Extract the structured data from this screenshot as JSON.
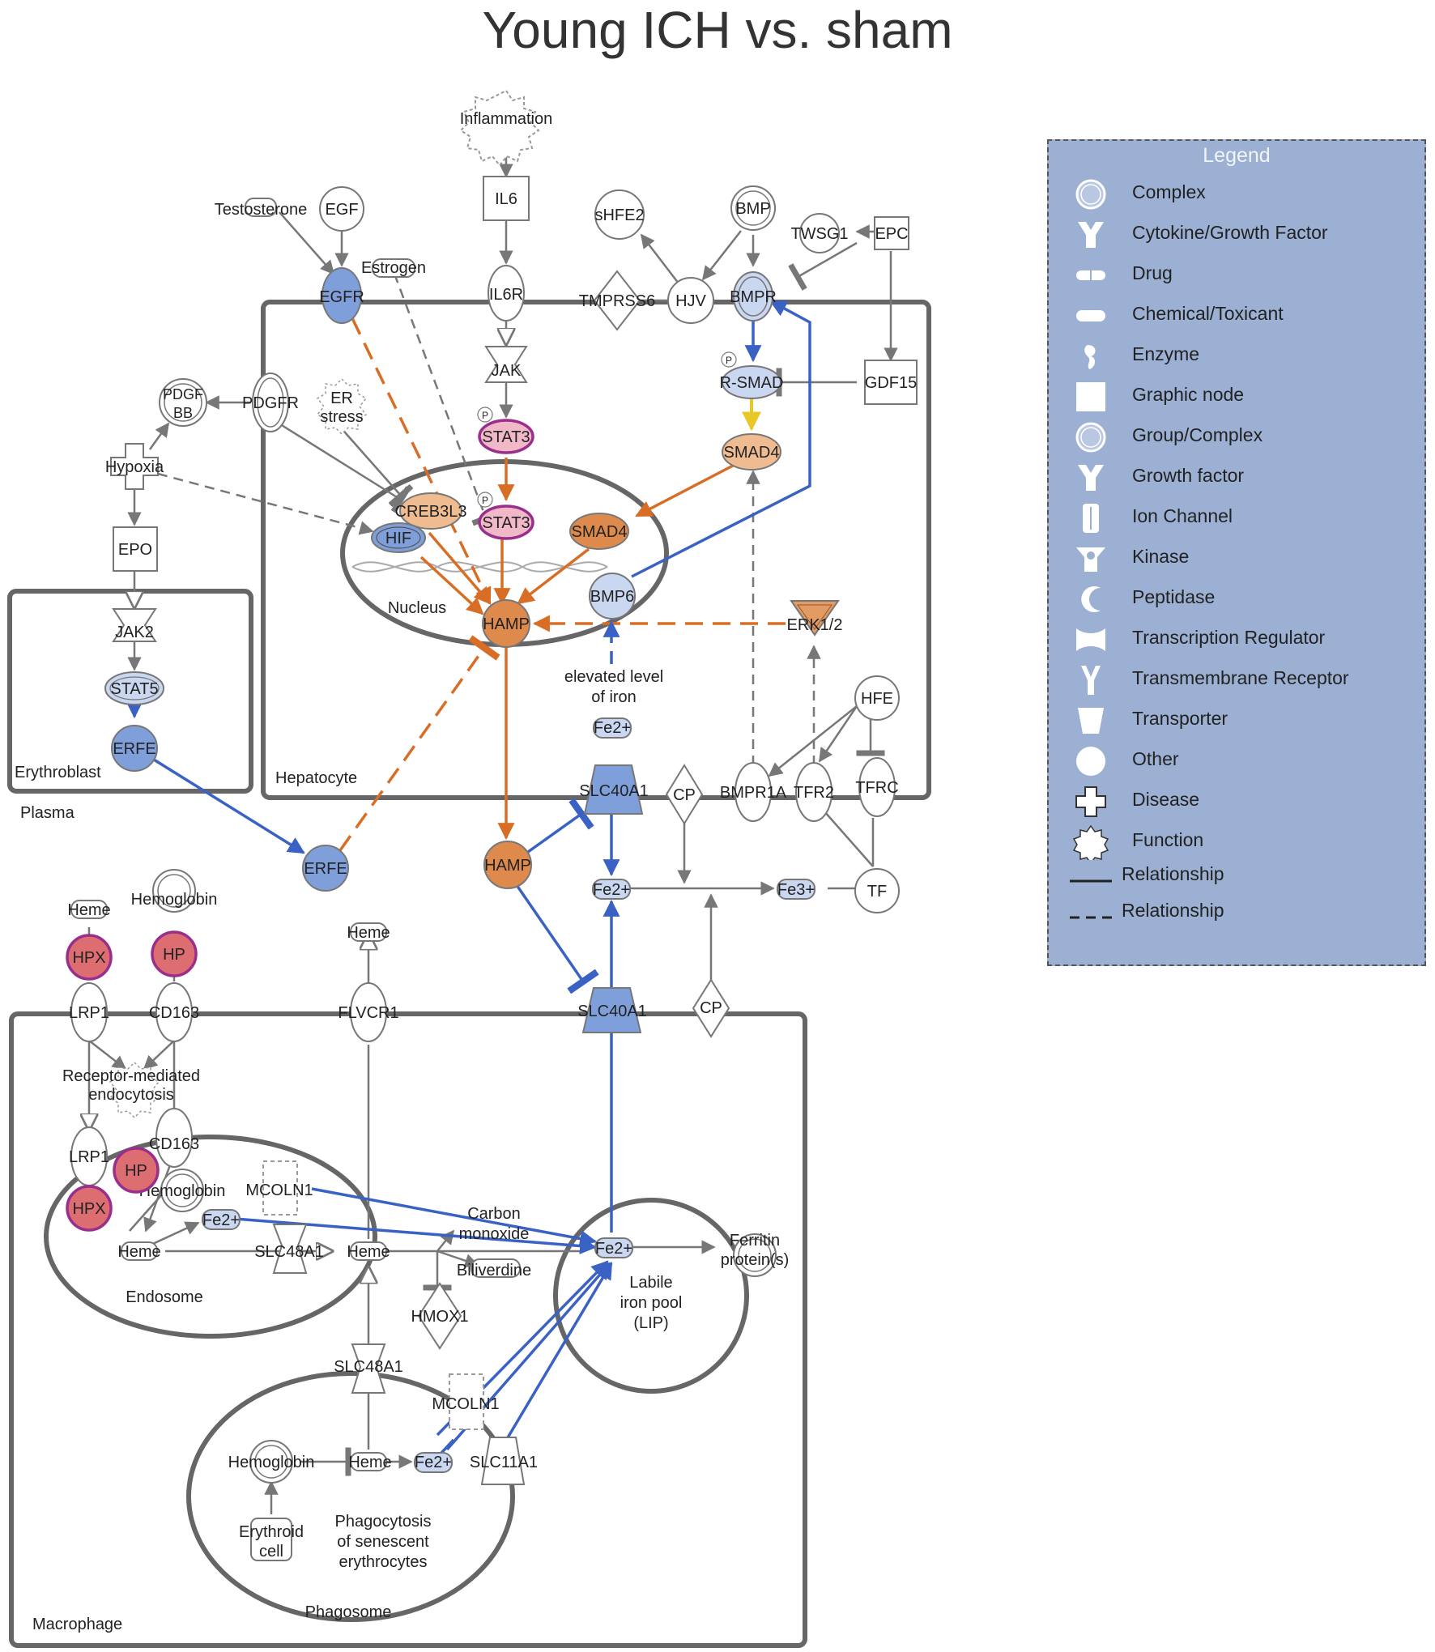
{
  "title": "Young ICH vs. sham",
  "colors": {
    "blue_fill": "#7f9fdb",
    "light_blue_fill": "#c9d7f0",
    "orange_fill": "#de8a4c",
    "light_orange_fill": "#efbc91",
    "pink_fill": "#f1b8c8",
    "red_fill": "#dc6e72",
    "purple_border": "#9a2e8c",
    "blue_edge": "#3a62c4",
    "orange_edge": "#d86e25",
    "yellow_edge": "#e8c829",
    "gray_edge": "#777777",
    "legend_bg": "#9bb0d2"
  },
  "compartments": {
    "hepatocyte": "Hepatocyte",
    "nucleus": "Nucleus",
    "erythroblast": "Erythroblast",
    "plasma": "Plasma",
    "macrophage": "Macrophage",
    "endosome": "Endosome",
    "phagosome": "Phagosome",
    "lip_line1": "Labile",
    "lip_line2": "iron pool",
    "lip_line3": "(LIP)"
  },
  "nodes": {
    "inflammation": "Inflammation",
    "il6": "IL6",
    "testosterone": "Testosterone",
    "egf": "EGF",
    "estrogen": "Estrogen",
    "shfe2": "sHFE2",
    "bmp": "BMP",
    "twsg1": "TWSG1",
    "epc": "EPC",
    "egfr": "EGFR",
    "il6r": "IL6R",
    "tmprss6": "TMPRSS6",
    "hjv": "HJV",
    "bmpr": "BMPR",
    "jak": "JAK",
    "pdgf_bb_1": "PDGF",
    "pdgf_bb_2": "BB",
    "pdgfr": "PDGFR",
    "er_stress_1": "ER",
    "er_stress_2": "stress",
    "stat3_a": "STAT3",
    "r_smad": "R-SMAD",
    "gdf15": "GDF15",
    "hypoxia": "Hypoxia",
    "smad4_a": "SMAD4",
    "creb3l3": "CREB3L3",
    "stat3_b": "STAT3",
    "smad4_b": "SMAD4",
    "hif": "HIF",
    "epo": "EPO",
    "bmp6": "BMP6",
    "hamp_a": "HAMP",
    "erk": "ERK1/2",
    "jak2": "JAK2",
    "stat5": "STAT5",
    "erfe_a": "ERFE",
    "elevated_1": "elevated level",
    "elevated_2": "of iron",
    "fe2_a": "Fe2+",
    "hfe": "HFE",
    "slc40a1_a": "SLC40A1",
    "cp_a": "CP",
    "bmpr1a": "BMPR1A",
    "tfr2": "TFR2",
    "tfrc": "TFRC",
    "erfe_b": "ERFE",
    "hamp_b": "HAMP",
    "fe2_b": "Fe2+",
    "fe3": "Fe3+",
    "tf": "TF",
    "heme_a": "Heme",
    "hemoglobin_a": "Hemoglobin",
    "hpx_a": "HPX",
    "hp_a": "HP",
    "heme_b": "Heme",
    "lrp1_a": "LRP1",
    "cd163_a": "CD163",
    "flvcr1": "FLVCR1",
    "slc40a1_b": "SLC40A1",
    "cp_b": "CP",
    "rme_1": "Receptor-mediated",
    "rme_2": "endocytosis",
    "lrp1_b": "LRP1",
    "cd163_b": "CD163",
    "hp_b": "HP",
    "hemoglobin_b": "Hemoglobin",
    "mcoln1_a": "MCOLN1",
    "hpx_b": "HPX",
    "fe2_c": "Fe2+",
    "co_1": "Carbon",
    "co_2": "monoxide",
    "heme_c": "Heme",
    "slc48a1_a": "SLC48A1",
    "heme_d": "Heme",
    "fe2_d": "Fe2+",
    "ferritin_1": "Ferritin",
    "ferritin_2": "protein(s)",
    "biliverdine": "Biliverdine",
    "hmox1": "HMOX1",
    "slc48a1_b": "SLC48A1",
    "mcoln1_b": "MCOLN1",
    "hemoglobin_c": "Hemoglobin",
    "heme_e": "Heme",
    "fe2_e": "Fe2+",
    "slc11a1": "SLC11A1",
    "erythroid_1": "Erythroid",
    "erythroid_2": "cell",
    "phago_1": "Phagocytosis",
    "phago_2": "of senescent",
    "phago_3": "erythrocytes",
    "p_label": "P"
  },
  "legend": {
    "title": "Legend",
    "items": [
      {
        "label": "Complex",
        "icon": "complex-icon"
      },
      {
        "label": "Cytokine/Growth Factor",
        "icon": "cytokine-icon"
      },
      {
        "label": "Drug",
        "icon": "drug-icon"
      },
      {
        "label": "Chemical/Toxicant",
        "icon": "chemical-icon"
      },
      {
        "label": "Enzyme",
        "icon": "enzyme-icon"
      },
      {
        "label": "Graphic node",
        "icon": "graphic-node-icon"
      },
      {
        "label": "Group/Complex",
        "icon": "group-complex-icon"
      },
      {
        "label": "Growth factor",
        "icon": "growth-factor-icon"
      },
      {
        "label": "Ion Channel",
        "icon": "ion-channel-icon"
      },
      {
        "label": "Kinase",
        "icon": "kinase-icon"
      },
      {
        "label": "Peptidase",
        "icon": "peptidase-icon"
      },
      {
        "label": "Transcription Regulator",
        "icon": "transcription-regulator-icon"
      },
      {
        "label": "Transmembrane Receptor",
        "icon": "transmembrane-receptor-icon"
      },
      {
        "label": "Transporter",
        "icon": "transporter-icon"
      },
      {
        "label": "Other",
        "icon": "other-icon"
      },
      {
        "label": "Disease",
        "icon": "disease-icon"
      },
      {
        "label": "Function",
        "icon": "function-icon"
      },
      {
        "label": "Relationship",
        "icon": "solid-line-icon"
      },
      {
        "label": "Relationship",
        "icon": "dashed-line-icon"
      }
    ]
  }
}
